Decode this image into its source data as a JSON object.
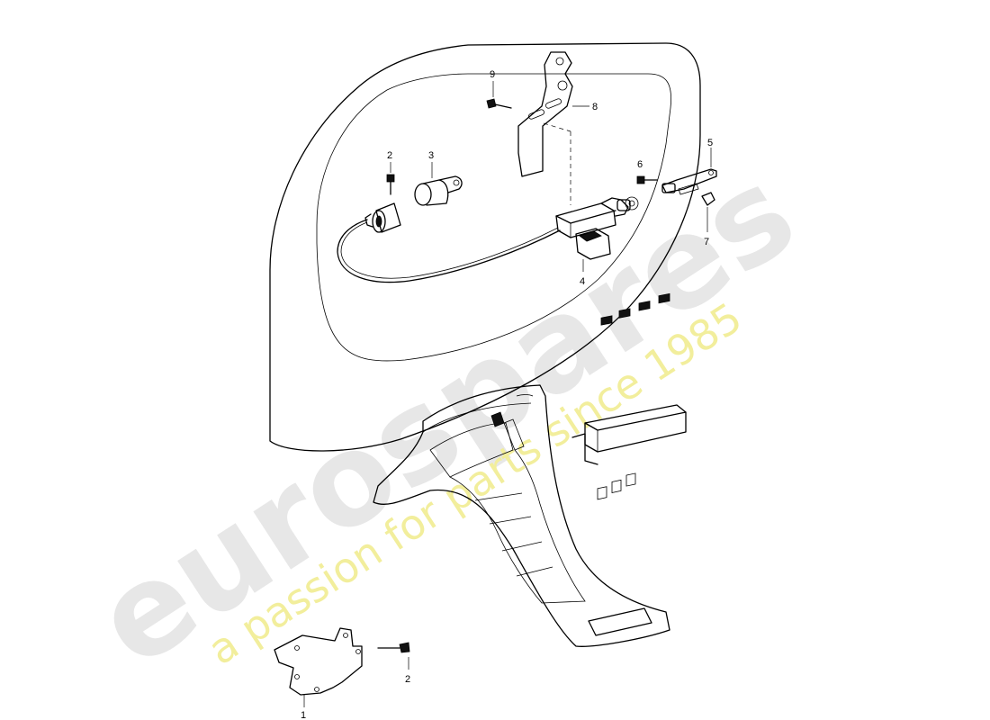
{
  "watermark": {
    "brand": "eurospares",
    "tagline": "a passion for parts since 1985",
    "brand_color": "#e7e7e7",
    "tagline_color": "#f2ee9c"
  },
  "callouts": {
    "c1": "1",
    "c2a": "2",
    "c2b": "2",
    "c3": "3",
    "c4": "4",
    "c5": "5",
    "c6": "6",
    "c7": "7",
    "c8": "8",
    "c9": "9"
  }
}
